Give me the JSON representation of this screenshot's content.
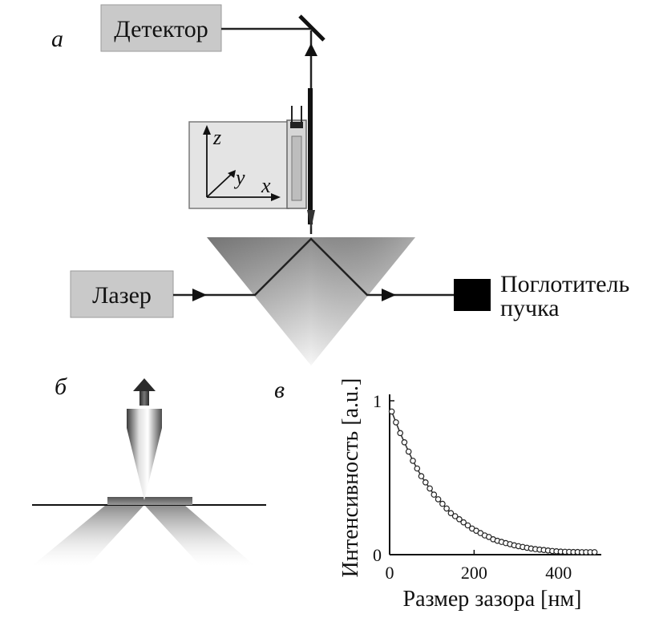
{
  "panel_a": {
    "label": "а",
    "detector": "Детектор",
    "laser": "Лазер",
    "absorber_line1": "Поглотитель",
    "absorber_line2": "пучка",
    "axes": {
      "z": "z",
      "y": "y",
      "x": "x"
    }
  },
  "panel_b": {
    "label": "б"
  },
  "panel_c": {
    "label": "в"
  },
  "chart_data": {
    "type": "scatter",
    "title": "",
    "xlabel": "Размер зазора [нм]",
    "ylabel": "Интенсивность [a.u.]",
    "xlim": [
      0,
      520
    ],
    "ylim": [
      0,
      1
    ],
    "xticks": [
      "0",
      "200",
      "400"
    ],
    "yticks": [
      "0",
      "1"
    ],
    "grid": false,
    "series": [
      {
        "style": "markers with fitted line",
        "x": [
          5,
          15,
          25,
          35,
          45,
          55,
          65,
          75,
          85,
          95,
          105,
          115,
          125,
          135,
          145,
          155,
          165,
          175,
          185,
          195,
          205,
          215,
          225,
          235,
          245,
          255,
          265,
          275,
          285,
          295,
          305,
          315,
          325,
          335,
          345,
          355,
          365,
          375,
          385,
          395,
          405,
          415,
          425,
          435,
          445,
          455,
          465,
          475,
          485
        ],
        "y": [
          0.93,
          0.86,
          0.79,
          0.73,
          0.67,
          0.61,
          0.56,
          0.51,
          0.47,
          0.43,
          0.39,
          0.36,
          0.33,
          0.3,
          0.27,
          0.25,
          0.23,
          0.21,
          0.19,
          0.17,
          0.155,
          0.14,
          0.125,
          0.115,
          0.1,
          0.09,
          0.083,
          0.075,
          0.068,
          0.061,
          0.055,
          0.05,
          0.045,
          0.04,
          0.036,
          0.033,
          0.03,
          0.027,
          0.024,
          0.022,
          0.02,
          0.019,
          0.018,
          0.017,
          0.017,
          0.016,
          0.016,
          0.016,
          0.016
        ]
      }
    ]
  }
}
